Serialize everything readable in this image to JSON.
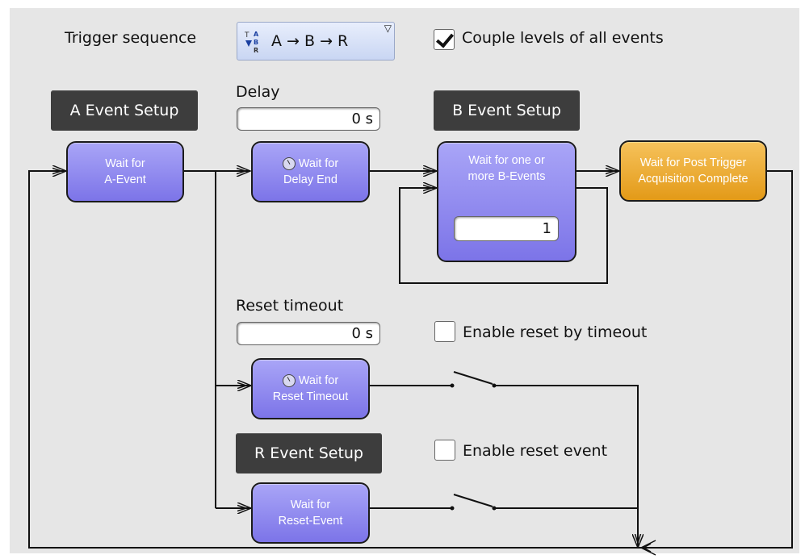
{
  "header": {
    "trigger_sequence_label": "Trigger sequence",
    "trigger_sequence_value": "A → B  → R",
    "couple_levels_label": "Couple levels of all events",
    "couple_levels_checked": true
  },
  "a_event": {
    "setup_label": "A Event Setup",
    "box_line1": "Wait for",
    "box_line2": "A-Event"
  },
  "delay": {
    "label": "Delay",
    "value": "0 s",
    "box_line1": "Wait for",
    "box_line2": "Delay End"
  },
  "b_event": {
    "setup_label": "B Event Setup",
    "box_line1": "Wait for one or",
    "box_line2": "more B-Events",
    "count_value": "1"
  },
  "post_trigger": {
    "box_line1": "Wait for Post Trigger",
    "box_line2": "Acquisition Complete"
  },
  "reset_timeout": {
    "label": "Reset timeout",
    "value": "0 s",
    "enable_label": "Enable reset by timeout",
    "enable_checked": false,
    "box_line1": "Wait for",
    "box_line2": "Reset Timeout"
  },
  "r_event": {
    "setup_label": "R Event Setup",
    "enable_label": "Enable reset event",
    "enable_checked": false,
    "box_line1": "Wait for",
    "box_line2": "Reset-Event"
  },
  "colors": {
    "state_box": "#8f89f0",
    "final_box": "#eeaa30",
    "dark_button": "#3d3d3d",
    "panel_bg": "#e6e6e6"
  }
}
